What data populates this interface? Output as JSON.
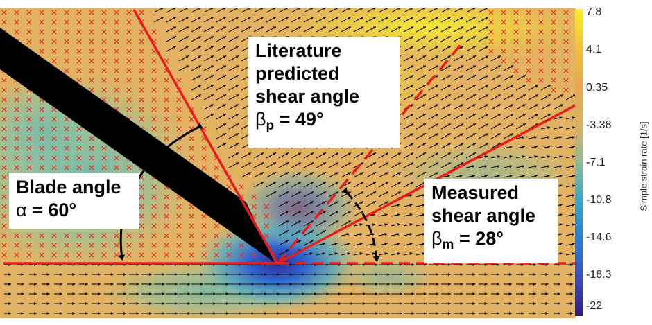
{
  "labels": {
    "literature": {
      "line1": "Literature",
      "line2": "predicted",
      "line3": "shear angle",
      "beta": "β",
      "sub": "p",
      "value": " = 49°"
    },
    "blade": {
      "line1": "Blade angle",
      "alpha": "α",
      "value": " = 60°"
    },
    "measured": {
      "line1": "Measured",
      "line2": "shear angle",
      "beta": "β",
      "sub": "m",
      "value": " = 28°"
    }
  },
  "colorbar": {
    "title": "Simple strain rate [1/s]",
    "ticks": [
      "7.8",
      "4.1",
      "0.35",
      "-3.38",
      "-7.1",
      "-10.8",
      "-14.6",
      "-18.3",
      "-22"
    ],
    "colors": [
      "#f8f020",
      "#f2c240",
      "#eaa64e",
      "#d6b264",
      "#8fb99a",
      "#3ba7c4",
      "#2a7fd0",
      "#3a4ec0",
      "#2c1f7a"
    ]
  },
  "colors": {
    "red_lines": "#e81c1c",
    "blade": "#000000",
    "background": "#e3b162"
  }
}
